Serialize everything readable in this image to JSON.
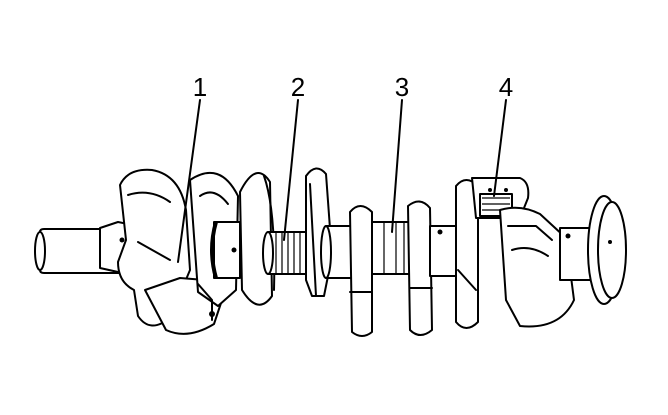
{
  "callouts": [
    {
      "label": "1"
    },
    {
      "label": "2"
    },
    {
      "label": "3"
    },
    {
      "label": "4"
    }
  ],
  "colors": {
    "stroke": "#000000",
    "background": "#ffffff"
  }
}
